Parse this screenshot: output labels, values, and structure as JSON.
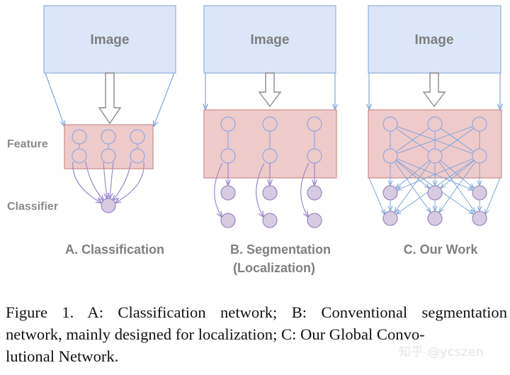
{
  "colors": {
    "image_fill": "#dbe6f8",
    "image_stroke": "#8fb1dc",
    "feature_fill": "#efcaca",
    "feature_stroke": "#c98a8a",
    "node_stroke": "#8fa9e6",
    "classifier_fill": "#d6cbe3",
    "classifier_stroke": "#9b86c0",
    "arrow_blue": "#7fa7dc",
    "arrow_purple": "#9a88cf",
    "label_gray": "#8a8a8a"
  },
  "row_labels": {
    "feature": "Feature",
    "classifier": "Classifier"
  },
  "panels": [
    {
      "id": "a",
      "image_label": "Image",
      "title_line1": "A. Classification",
      "title_line2": ""
    },
    {
      "id": "b",
      "image_label": "Image",
      "title_line1": "B. Segmentation",
      "title_line2": "(Localization)"
    },
    {
      "id": "c",
      "image_label": "Image",
      "title_line1": "C. Our Work",
      "title_line2": ""
    }
  ],
  "caption": {
    "line1": "Figure 1. A: Classification network; B: Conventional segmentation",
    "line2": "network, mainly designed for localization; C: Our Global Convo-",
    "line3": "lutional Network."
  },
  "watermark": "知乎 @ycszen"
}
